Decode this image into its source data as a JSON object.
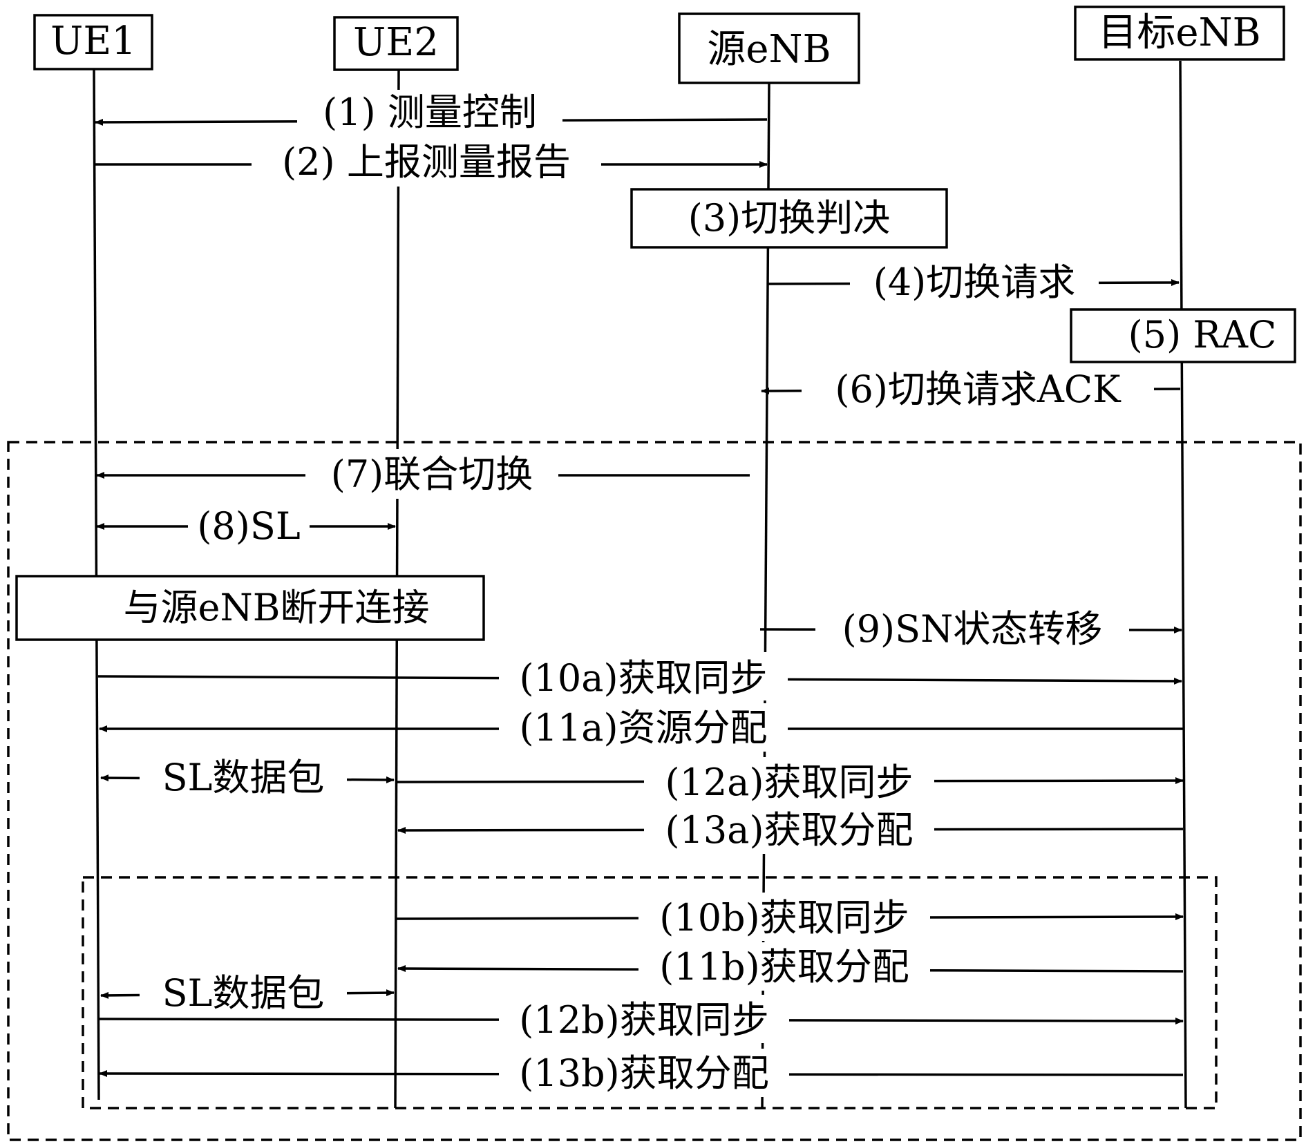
{
  "entities": {
    "ue1": "UE1",
    "ue2": "UE2",
    "src": "源eNB",
    "tgt": "目标eNB"
  },
  "process_boxes": {
    "decision": "(3)切换判决",
    "rac": "(5) RAC",
    "disconnect": "与源eNB断开连接"
  },
  "messages": {
    "m1": "(1) 测量控制",
    "m2": "(2) 上报测量报告",
    "m4": "(4)切换请求",
    "m6": "(6)切换请求ACK",
    "m7": "(7)联合切换",
    "m8": "(8)SL",
    "m9": "(9)SN状态转移",
    "m10a": "(10a)获取同步",
    "m11a": "(11a)资源分配",
    "sl_a": "SL数据包",
    "m12a": "(12a)获取同步",
    "m13a": "(13a)获取分配",
    "m10b": "(10b)获取同步",
    "m11b": "(11b)获取分配",
    "sl_b": "SL数据包",
    "m12b": "(12b)获取同步",
    "m13b": "(13b)获取分配"
  }
}
